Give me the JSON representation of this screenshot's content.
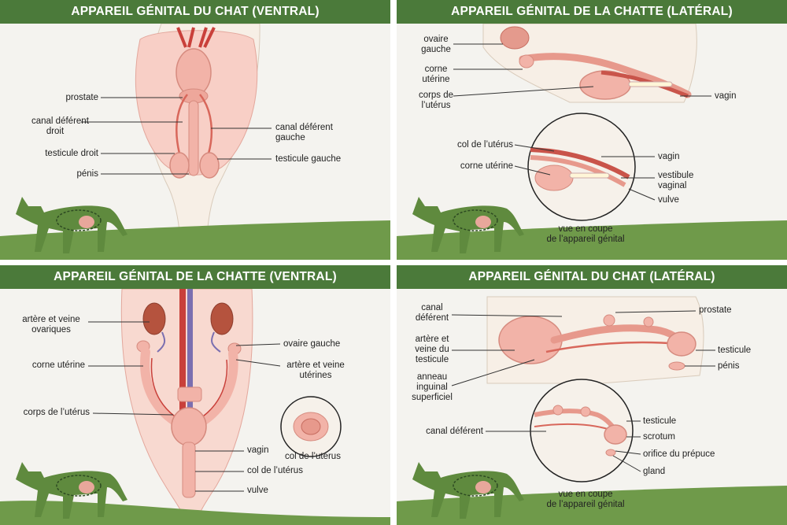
{
  "panels": {
    "male_ventral": {
      "title": "APPAREIL GÉNITAL DU CHAT (VENTRAL)",
      "labels": {
        "prostate": "prostate",
        "vas_right_1": "canal déférent",
        "vas_right_2": "droit",
        "testis_right": "testicule droit",
        "penis": "pénis",
        "vas_left_1": "canal déférent",
        "vas_left_2": "gauche",
        "testis_left": "testicule gauche"
      }
    },
    "female_lateral": {
      "title": "APPAREIL GÉNITAL DE LA CHATTE (LATÉRAL)",
      "labels": {
        "ovary_1": "ovaire",
        "ovary_2": "gauche",
        "horn_1": "corne",
        "horn_2": "utérine",
        "body_1": "corps de",
        "body_2": "l’utérus",
        "vagina": "vagin",
        "cervix": "col de l’utérus",
        "horn_inset": "corne utérine",
        "vagina_inset": "vagin",
        "vestibule_1": "vestibule",
        "vestibule_2": "vaginal",
        "vulva": "vulve",
        "caption_1": "vue en coupe",
        "caption_2": "de l’appareil génital"
      }
    },
    "female_ventral": {
      "title": "APPAREIL GÉNITAL DE LA CHATTE (VENTRAL)",
      "labels": {
        "ovarian_1": "artère et veine",
        "ovarian_2": "ovariques",
        "horn": "corne utérine",
        "body": "corps de l’utérus",
        "ovary_left": "ovaire gauche",
        "uterine_1": "artère et veine",
        "uterine_2": "utérines",
        "vagina": "vagin",
        "cervix": "col de l’utérus",
        "vulva": "vulve",
        "cervix_inset": "col de l’utérus"
      }
    },
    "male_lateral": {
      "title": "APPAREIL GÉNITAL DU CHAT (LATÉRAL)",
      "labels": {
        "vas_1": "canal",
        "vas_2": "déférent",
        "testvessels_1": "artère et",
        "testvessels_2": "veine du",
        "testvessels_3": "testicule",
        "ring_1": "anneau",
        "ring_2": "inguinal",
        "ring_3": "superficiel",
        "prostate": "prostate",
        "testis": "testicule",
        "penis": "pénis",
        "vas_inset": "canal déférent",
        "testis_inset": "testicule",
        "scrotum": "scrotum",
        "prepuce": "orifice du prépuce",
        "glans": "gland",
        "caption_1": "vue en coupe",
        "caption_2": "de l’appareil génital"
      }
    }
  },
  "colors": {
    "header_green": "#4b7a3a",
    "ground_green": "#6f9a4a",
    "organ_pink": "#f2b3a8",
    "organ_red": "#d8675b",
    "body_pink": "#f8d9d0"
  }
}
